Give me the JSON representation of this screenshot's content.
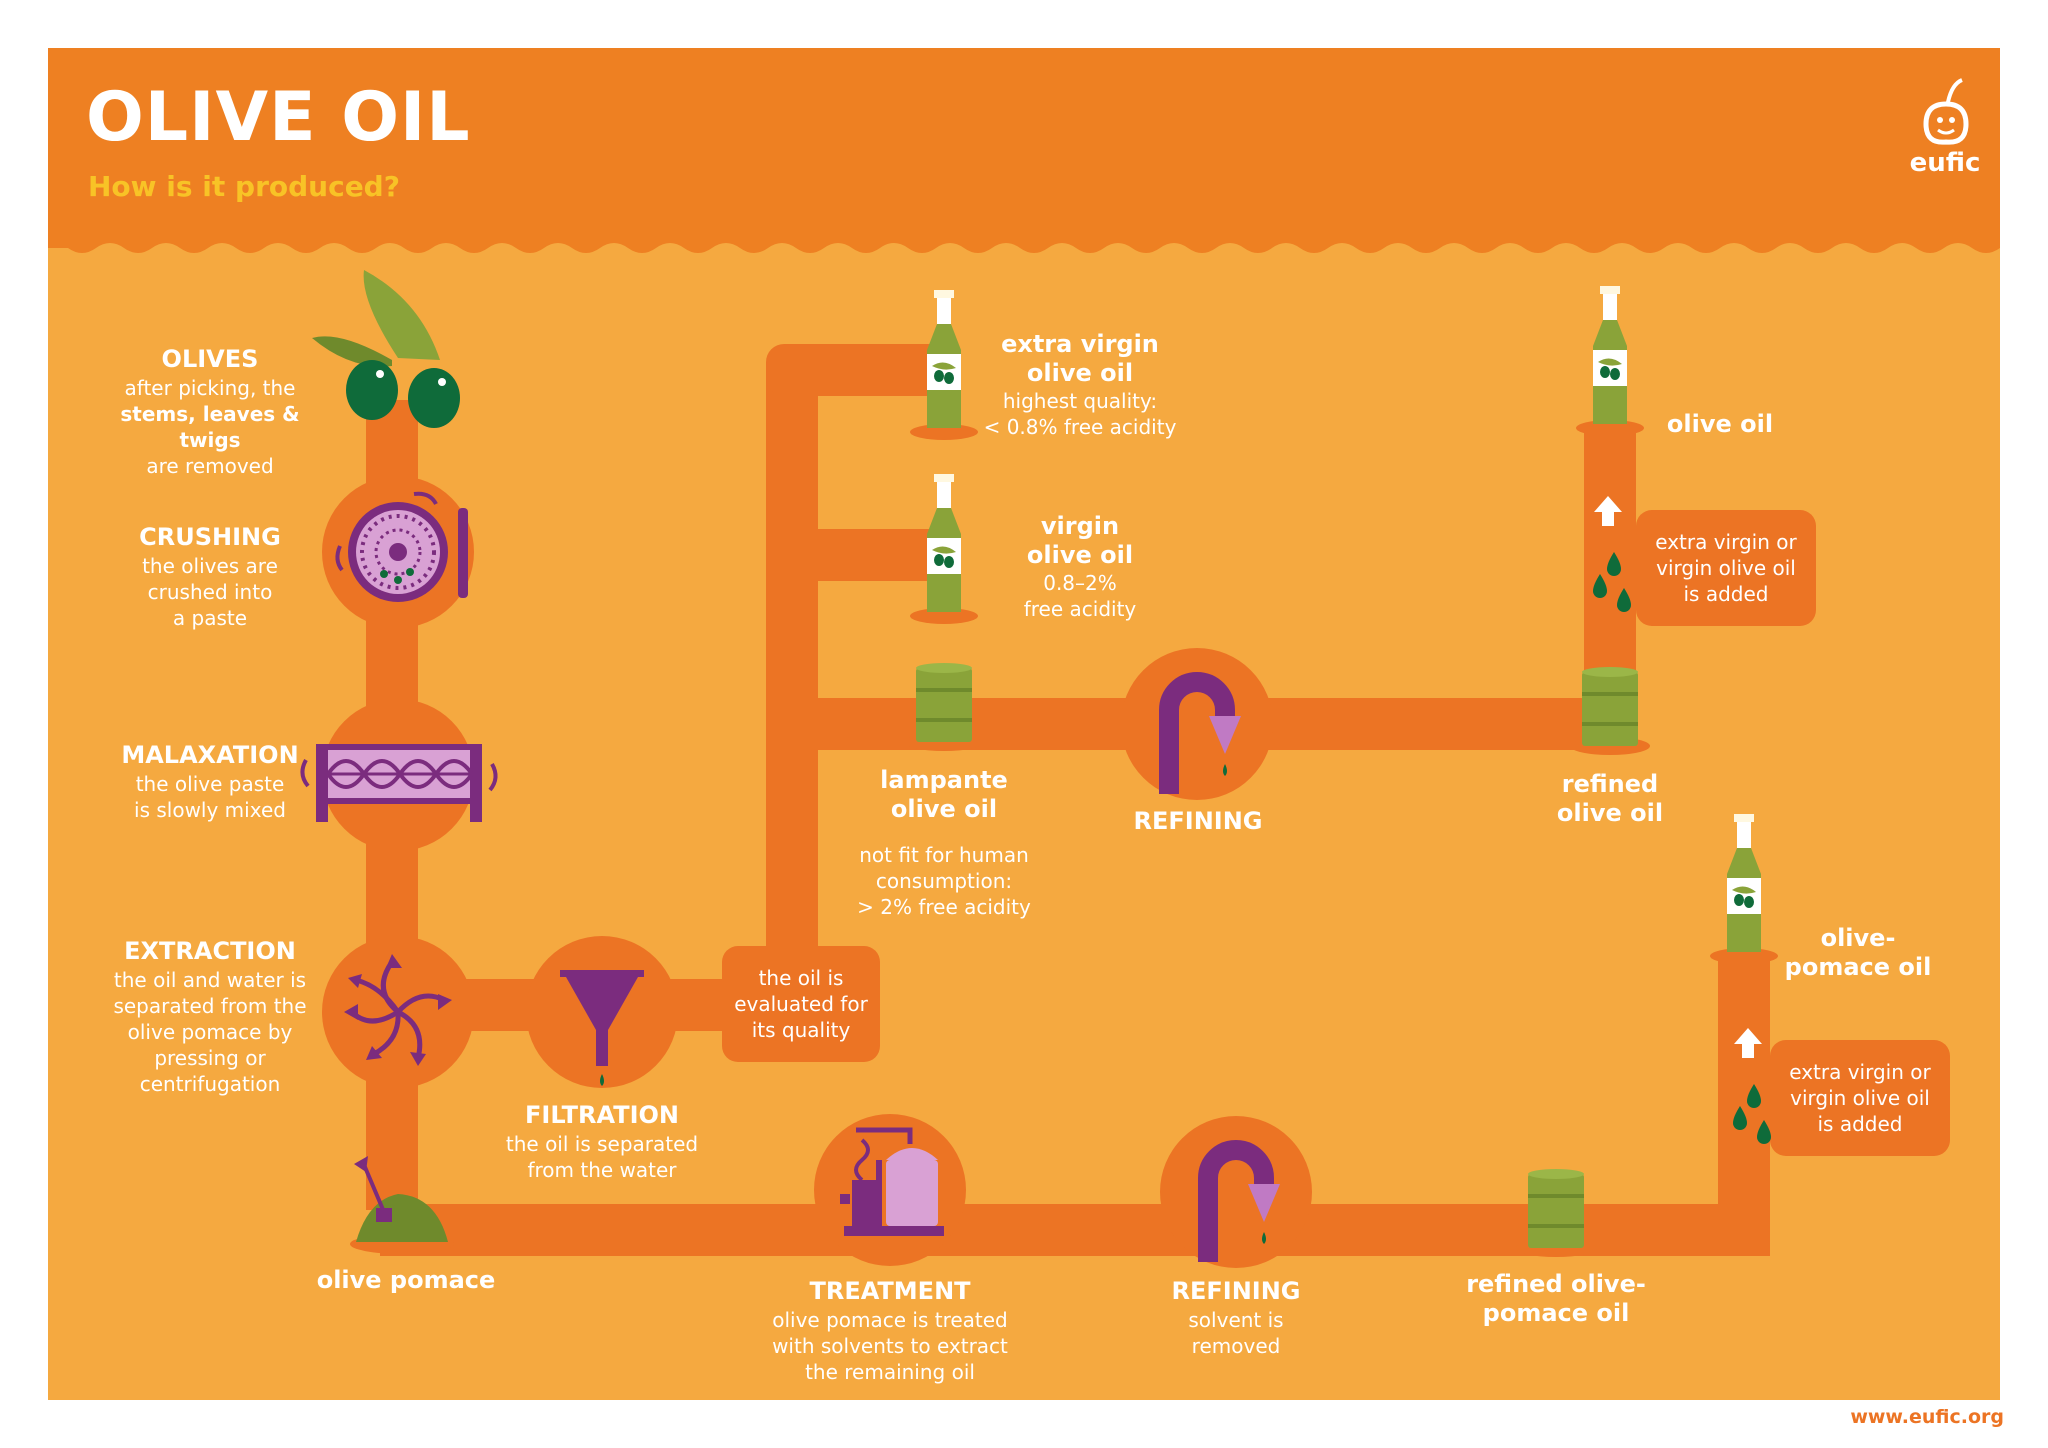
{
  "header": {
    "title": "OLIVE OIL",
    "subtitle": "How is it produced?",
    "brand": "eufic"
  },
  "colors": {
    "header_bg": "#ee8022",
    "panel_bg": "#f5a940",
    "pipe": "#ec7424",
    "accent_purple": "#7b2c7e",
    "accent_pink": "#d9a1d4",
    "olive_green": "#8aa339",
    "dark_green": "#0f6b3a",
    "subtitle_yellow": "#f8c326"
  },
  "steps": {
    "olives": {
      "title": "OLIVES",
      "line1": "after picking, the",
      "line2": "stems, leaves & twigs",
      "line3": "are removed"
    },
    "crushing": {
      "title": "CRUSHING",
      "line1": "the olives are",
      "line2": "crushed into",
      "line3": "a paste"
    },
    "malaxation": {
      "title": "MALAXATION",
      "line1": "the olive paste",
      "line2": "is slowly mixed"
    },
    "extraction": {
      "title": "EXTRACTION",
      "line1": "the oil and water is",
      "line2": "separated from the",
      "line3": "olive pomace by",
      "line4": "pressing or",
      "line5": "centrifugation"
    },
    "filtration": {
      "title": "FILTRATION",
      "line1": "the oil is separated",
      "line2": "from the water"
    },
    "evaluation": {
      "line1": "the oil is",
      "line2": "evaluated for",
      "line3": "its quality"
    },
    "extra_virgin": {
      "title1": "extra virgin",
      "title2": "olive oil",
      "line1": "highest quality:",
      "line2": "< 0.8% free acidity"
    },
    "virgin": {
      "title1": "virgin",
      "title2": "olive oil",
      "line1": "0.8–2%",
      "line2": "free acidity"
    },
    "lampante": {
      "title1": "lampante",
      "title2": "olive oil",
      "line1": "not fit for human",
      "line2": "consumption:",
      "line3": "> 2% free acidity"
    },
    "refining1": {
      "title": "REFINING"
    },
    "refined_oil": {
      "title1": "refined",
      "title2": "olive oil"
    },
    "olive_oil": {
      "title": "olive oil"
    },
    "added1": {
      "line1": "extra virgin or",
      "line2": "virgin olive oil",
      "line3": "is added"
    },
    "pomace": {
      "title": "olive pomace"
    },
    "treatment": {
      "title": "TREATMENT",
      "line1": "olive pomace is treated",
      "line2": "with solvents to extract",
      "line3": "the remaining oil"
    },
    "refining2": {
      "title": "REFINING",
      "line1": "solvent is",
      "line2": "removed"
    },
    "refined_pomace": {
      "title1": "refined olive-",
      "title2": "pomace oil"
    },
    "pomace_oil": {
      "title1": "olive-",
      "title2": "pomace oil"
    },
    "added2": {
      "line1": "extra virgin or",
      "line2": "virgin olive oil",
      "line3": "is added"
    }
  },
  "footer": {
    "url": "www.eufic.org"
  }
}
